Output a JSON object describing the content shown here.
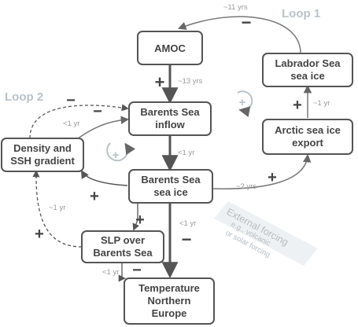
{
  "nodes": {
    "amoc": "AMOC",
    "labrador": [
      "Labrador Sea",
      "sea ice"
    ],
    "inflow": [
      "Barents Sea",
      "inflow"
    ],
    "arctic": [
      "Arctic sea ice",
      "export"
    ],
    "density": [
      "Density and",
      "SSH gradient"
    ],
    "seaice": [
      "Barents Sea",
      "sea ice"
    ],
    "slp": [
      "SLP over",
      "Barents Sea"
    ],
    "temperature": [
      "Temperature",
      "Northern",
      "Europe"
    ]
  },
  "loops": {
    "loop1": "Loop 1",
    "loop2": "Loop 2"
  },
  "lags": {
    "labrador_amoc": "~11 yrs",
    "amoc_inflow": "~13 yrs",
    "arctic_labrador": "~1 yr",
    "density_inflow": "<1 yr",
    "inflow_seaice": "<1 yr",
    "seaice_arctic": "~2 yrs",
    "slp_density": "~1 yr",
    "seaice_temp": "<1 yr",
    "slp_temp": "<1 yr"
  },
  "signs": {
    "labrador_amoc": "−",
    "amoc_inflow": "+",
    "arctic_labrador": "+",
    "density_inflow_dashed": "−",
    "density_inflow_solid": "−",
    "seaice_arctic": "+",
    "seaice_density": "+",
    "seaice_slp": "+",
    "seaice_temp": "−",
    "slp_density": "+",
    "slp_temp": "−",
    "loop1": "+",
    "loop2": "+"
  },
  "external_forcing": {
    "title": "External forcing",
    "examples": [
      "e.g., volcanic",
      "or solar forcing"
    ]
  }
}
